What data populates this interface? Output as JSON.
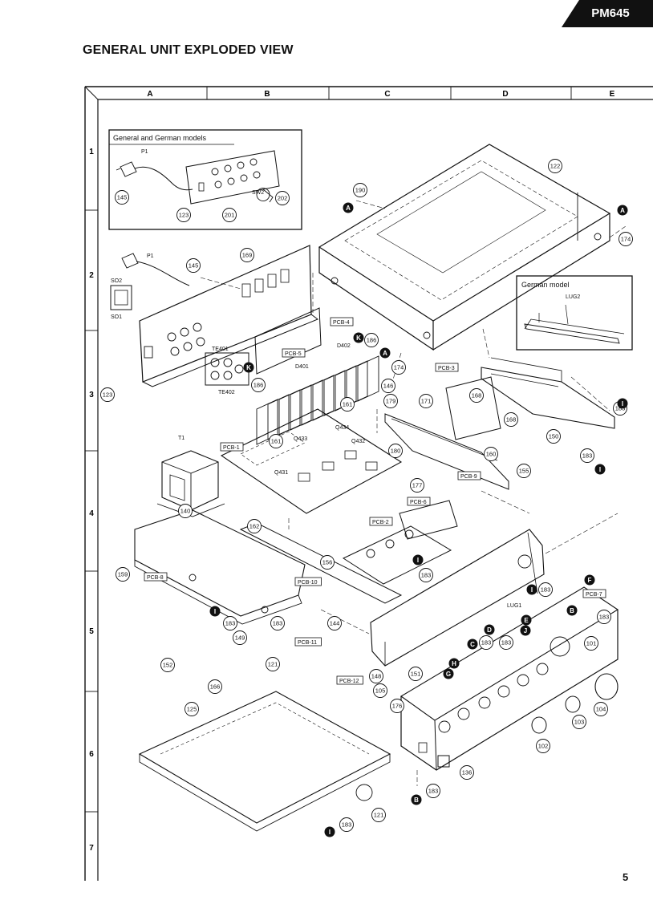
{
  "model": "PM645",
  "title": "GENERAL UNIT EXPLODED VIEW",
  "page_number": "5",
  "grid": {
    "columns": [
      "A",
      "B",
      "C",
      "D",
      "E"
    ],
    "rows": [
      "1",
      "2",
      "3",
      "4",
      "5",
      "6",
      "7"
    ]
  },
  "inset_general": {
    "title": "General and German models"
  },
  "inset_german": {
    "title": "German model"
  },
  "callouts": [
    {
      "id": "c122",
      "text": "122"
    },
    {
      "id": "c190",
      "text": "190"
    },
    {
      "id": "c174a",
      "text": "174"
    },
    {
      "id": "c174b",
      "text": "174"
    },
    {
      "id": "c145a",
      "text": "145"
    },
    {
      "id": "c123a",
      "text": "123"
    },
    {
      "id": "c201",
      "text": "201"
    },
    {
      "id": "c202",
      "text": "202"
    },
    {
      "id": "c145b",
      "text": "145"
    },
    {
      "id": "c169",
      "text": "169"
    },
    {
      "id": "c123b",
      "text": "123"
    },
    {
      "id": "c186a",
      "text": "186"
    },
    {
      "id": "c186b",
      "text": "186"
    },
    {
      "id": "c146",
      "text": "146"
    },
    {
      "id": "c161a",
      "text": "161"
    },
    {
      "id": "c161b",
      "text": "161"
    },
    {
      "id": "c179",
      "text": "179"
    },
    {
      "id": "c180",
      "text": "180"
    },
    {
      "id": "c171",
      "text": "171"
    },
    {
      "id": "c168a",
      "text": "168"
    },
    {
      "id": "c168b",
      "text": "168"
    },
    {
      "id": "c150",
      "text": "150"
    },
    {
      "id": "c183a",
      "text": "183"
    },
    {
      "id": "c183b",
      "text": "183"
    },
    {
      "id": "c160",
      "text": "160"
    },
    {
      "id": "c155",
      "text": "155"
    },
    {
      "id": "c177",
      "text": "177"
    },
    {
      "id": "c140",
      "text": "140"
    },
    {
      "id": "c162",
      "text": "162"
    },
    {
      "id": "c156",
      "text": "156"
    },
    {
      "id": "c183c",
      "text": "183"
    },
    {
      "id": "c183d",
      "text": "183"
    },
    {
      "id": "c159",
      "text": "159"
    },
    {
      "id": "c183e",
      "text": "183"
    },
    {
      "id": "c183f",
      "text": "183"
    },
    {
      "id": "c149",
      "text": "149"
    },
    {
      "id": "c144",
      "text": "144"
    },
    {
      "id": "c183g",
      "text": "183"
    },
    {
      "id": "c183h",
      "text": "183"
    },
    {
      "id": "c183i",
      "text": "183"
    },
    {
      "id": "c101",
      "text": "101"
    },
    {
      "id": "c121a",
      "text": "121"
    },
    {
      "id": "c152",
      "text": "152"
    },
    {
      "id": "c166",
      "text": "166"
    },
    {
      "id": "c148",
      "text": "148"
    },
    {
      "id": "c151",
      "text": "151"
    },
    {
      "id": "c105",
      "text": "105"
    },
    {
      "id": "c176",
      "text": "176"
    },
    {
      "id": "c104",
      "text": "104"
    },
    {
      "id": "c103",
      "text": "103"
    },
    {
      "id": "c102",
      "text": "102"
    },
    {
      "id": "c125",
      "text": "125"
    },
    {
      "id": "c136",
      "text": "136"
    },
    {
      "id": "c183j",
      "text": "183"
    },
    {
      "id": "c121b",
      "text": "121"
    },
    {
      "id": "c183k",
      "text": "183"
    }
  ],
  "markers": [
    {
      "id": "mA1",
      "text": "A"
    },
    {
      "id": "mA2",
      "text": "A"
    },
    {
      "id": "mA3",
      "text": "A"
    },
    {
      "id": "mK1",
      "text": "K"
    },
    {
      "id": "mK2",
      "text": "K"
    },
    {
      "id": "mI1",
      "text": "I"
    },
    {
      "id": "mI2",
      "text": "I"
    },
    {
      "id": "mI3",
      "text": "I"
    },
    {
      "id": "mI4",
      "text": "I"
    },
    {
      "id": "mI5",
      "text": "I"
    },
    {
      "id": "mI6",
      "text": "I"
    },
    {
      "id": "mF",
      "text": "F"
    },
    {
      "id": "mB1",
      "text": "B"
    },
    {
      "id": "mB2",
      "text": "B"
    },
    {
      "id": "mE",
      "text": "E"
    },
    {
      "id": "mD",
      "text": "D"
    },
    {
      "id": "mJ",
      "text": "J"
    },
    {
      "id": "mC",
      "text": "C"
    },
    {
      "id": "mH",
      "text": "H"
    },
    {
      "id": "mG",
      "text": "G"
    }
  ],
  "pcb_labels": [
    {
      "id": "pcb4",
      "text": "PCB-4"
    },
    {
      "id": "pcb5",
      "text": "PCB-5"
    },
    {
      "id": "pcb3",
      "text": "PCB-3"
    },
    {
      "id": "pcb1",
      "text": "PCB-1"
    },
    {
      "id": "pcb9",
      "text": "PCB-9"
    },
    {
      "id": "pcb6",
      "text": "PCB-6"
    },
    {
      "id": "pcb2",
      "text": "PCB-2"
    },
    {
      "id": "pcb8",
      "text": "PCB-8"
    },
    {
      "id": "pcb10",
      "text": "PCB-10"
    },
    {
      "id": "pcb7",
      "text": "PCB-7"
    },
    {
      "id": "pcb11",
      "text": "PCB-11"
    },
    {
      "id": "pcb12",
      "text": "PCB-12"
    }
  ],
  "part_labels": [
    {
      "id": "p1a",
      "text": "P1"
    },
    {
      "id": "sw2",
      "text": "SW2"
    },
    {
      "id": "p1b",
      "text": "P1"
    },
    {
      "id": "so2",
      "text": "SO2"
    },
    {
      "id": "so1",
      "text": "SO1"
    },
    {
      "id": "te401",
      "text": "TE401"
    },
    {
      "id": "te402",
      "text": "TE402"
    },
    {
      "id": "d402",
      "text": "D402"
    },
    {
      "id": "d401",
      "text": "D401"
    },
    {
      "id": "t1",
      "text": "T1"
    },
    {
      "id": "q434",
      "text": "Q434"
    },
    {
      "id": "q433",
      "text": "Q433"
    },
    {
      "id": "q432",
      "text": "Q432"
    },
    {
      "id": "q431",
      "text": "Q431"
    },
    {
      "id": "lug1",
      "text": "LUG1"
    },
    {
      "id": "lug2",
      "text": "LUG2"
    }
  ]
}
